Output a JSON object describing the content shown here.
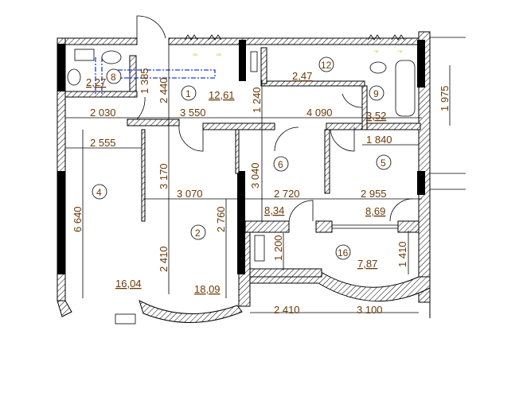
{
  "rooms": [
    {
      "number": "8",
      "area": "2,27"
    },
    {
      "number": "1",
      "area": "12,61"
    },
    {
      "number": "12",
      "area": "2,47"
    },
    {
      "number": "9",
      "area": "3,52"
    },
    {
      "number": "6",
      "area": "8,34"
    },
    {
      "number": "5",
      "area": "8,69"
    },
    {
      "number": "4",
      "area": "16,04"
    },
    {
      "number": "2",
      "area": "18,09"
    },
    {
      "number": "16",
      "area": "7,87"
    }
  ],
  "dimensions_horizontal": [
    "2 030",
    "3 550",
    "4 090",
    "2 555",
    "1 840",
    "3 070",
    "2 720",
    "2 955",
    "2 410",
    "3 100"
  ],
  "dimensions_vertical": [
    "1 385",
    "2 440",
    "1 240",
    "1 975",
    "3 170",
    "3 040",
    "6 640",
    "2 760",
    "2 410",
    "1 200",
    "1 410"
  ],
  "fixture_labels": {
    "ov": "ОВ",
    "pk": "ПК"
  }
}
